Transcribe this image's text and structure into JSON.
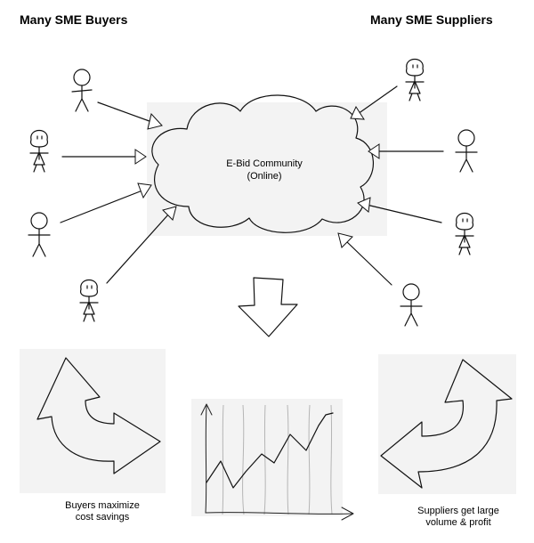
{
  "headings": {
    "buyers": "Many SME Buyers",
    "suppliers": "Many SME Suppliers"
  },
  "cloud": {
    "line1": "E-Bid Community",
    "line2": "(Online)"
  },
  "captions": {
    "buyers_line1": "Buyers maximize",
    "buyers_line2": "cost savings",
    "suppliers_line1": "Suppliers get large",
    "suppliers_line2": "volume & profit"
  },
  "figures": {
    "buyers": [
      "male",
      "female",
      "male",
      "female"
    ],
    "suppliers": [
      "female",
      "male",
      "female",
      "male"
    ]
  },
  "colors": {
    "ink": "#111111",
    "panel": "#f3f3f3",
    "grid": "#b5b5b5"
  }
}
